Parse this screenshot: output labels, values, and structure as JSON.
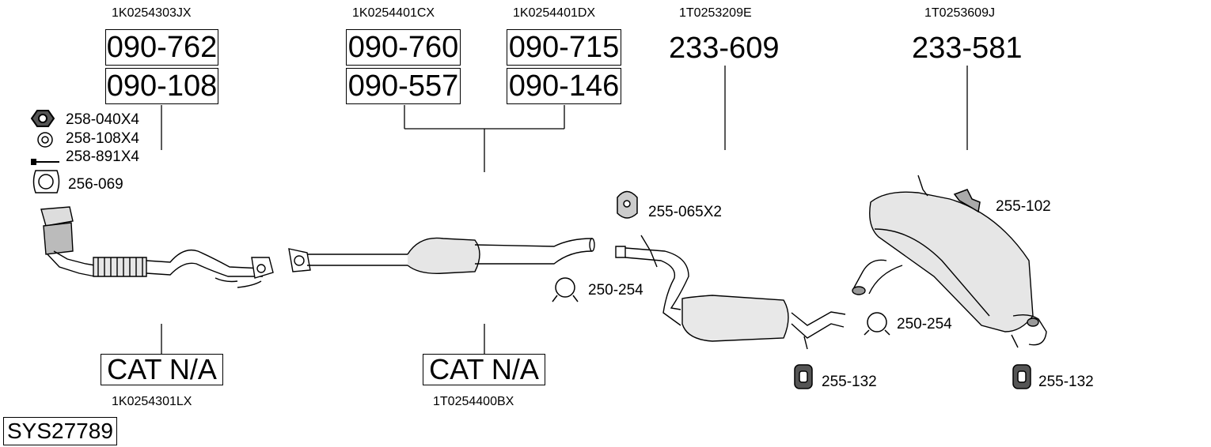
{
  "header_refs": {
    "ref1": "1K0254303JX",
    "ref2": "1K0254401CX",
    "ref3": "1K0254401DX",
    "ref4": "1T0253209E",
    "ref5": "1T0253609J"
  },
  "footer_refs": {
    "ref1": "1K0254301LX",
    "ref2": "1T0254400BX"
  },
  "part_boxes": {
    "p1": "090-762",
    "p2": "090-108",
    "p3": "090-760",
    "p4": "090-557",
    "p5": "090-715",
    "p6": "090-146"
  },
  "big_parts": {
    "mid_silencer": "233-609",
    "rear_silencer": "233-581"
  },
  "cat_boxes": {
    "cat1": "CAT N/A",
    "cat2": "CAT N/A"
  },
  "small_parts": {
    "nut": "258-040X4",
    "washer": "258-108X4",
    "bolt": "258-891X4",
    "gasket": "256-069",
    "hanger_ring": "255-065X2",
    "clamp_mid": "250-254",
    "clamp_rear": "250-254",
    "bracket": "255-102",
    "rubber_mid": "255-132",
    "rubber_rear": "255-132"
  },
  "system_id": "SYS27789"
}
